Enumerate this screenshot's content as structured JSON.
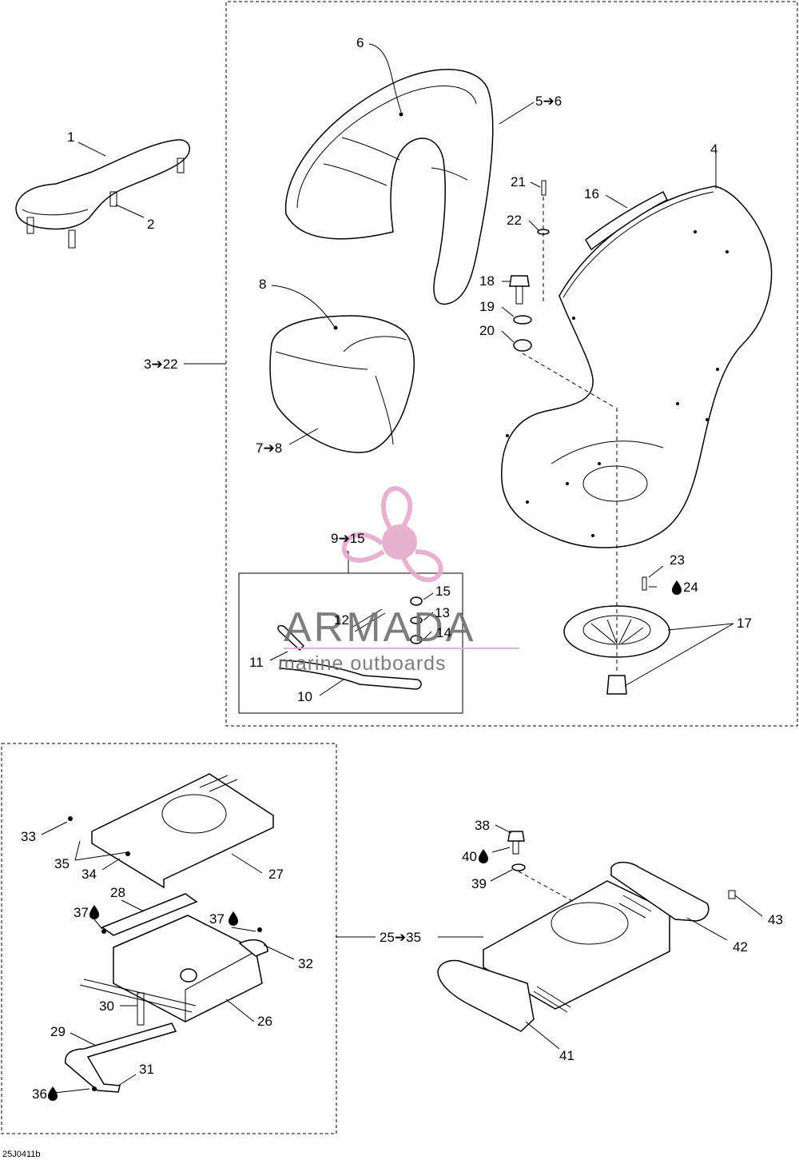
{
  "callouts": [
    {
      "id": "1",
      "text": "1"
    },
    {
      "id": "2",
      "text": "2"
    },
    {
      "id": "3_22",
      "text": "3➔22"
    },
    {
      "id": "4",
      "text": "4"
    },
    {
      "id": "5_6",
      "text": "5➔6"
    },
    {
      "id": "6",
      "text": "6"
    },
    {
      "id": "7_8",
      "text": "7➔8"
    },
    {
      "id": "8",
      "text": "8"
    },
    {
      "id": "9_15",
      "text": "9➔15"
    },
    {
      "id": "10",
      "text": "10"
    },
    {
      "id": "11",
      "text": "11"
    },
    {
      "id": "12",
      "text": "12"
    },
    {
      "id": "13",
      "text": "13"
    },
    {
      "id": "14",
      "text": "14"
    },
    {
      "id": "15",
      "text": "15"
    },
    {
      "id": "16",
      "text": "16"
    },
    {
      "id": "17",
      "text": "17"
    },
    {
      "id": "18",
      "text": "18"
    },
    {
      "id": "19",
      "text": "19"
    },
    {
      "id": "20",
      "text": "20"
    },
    {
      "id": "21",
      "text": "21"
    },
    {
      "id": "22",
      "text": "22"
    },
    {
      "id": "23",
      "text": "23"
    },
    {
      "id": "24",
      "text": "24",
      "drop": true
    },
    {
      "id": "25_35",
      "text": "25➔35"
    },
    {
      "id": "26",
      "text": "26"
    },
    {
      "id": "27",
      "text": "27"
    },
    {
      "id": "28",
      "text": "28"
    },
    {
      "id": "29",
      "text": "29"
    },
    {
      "id": "30",
      "text": "30"
    },
    {
      "id": "31",
      "text": "31"
    },
    {
      "id": "32",
      "text": "32"
    },
    {
      "id": "33",
      "text": "33"
    },
    {
      "id": "34",
      "text": "34"
    },
    {
      "id": "35",
      "text": "35"
    },
    {
      "id": "36",
      "text": "36",
      "drop": true
    },
    {
      "id": "37a",
      "text": "37",
      "drop": true
    },
    {
      "id": "37b",
      "text": "37",
      "drop": true
    },
    {
      "id": "38",
      "text": "38"
    },
    {
      "id": "39",
      "text": "39"
    },
    {
      "id": "40",
      "text": "40",
      "drop": true
    },
    {
      "id": "41",
      "text": "41"
    },
    {
      "id": "42",
      "text": "42"
    },
    {
      "id": "43",
      "text": "43"
    }
  ],
  "watermark": {
    "brand": "ARMADA",
    "tagline": "marine outboards",
    "accent_color": "#e6a9cb",
    "text_color": "#6f6f6f"
  },
  "figure_code": "25J0411b",
  "colors": {
    "line": "#000000",
    "background": "#ffffff"
  }
}
